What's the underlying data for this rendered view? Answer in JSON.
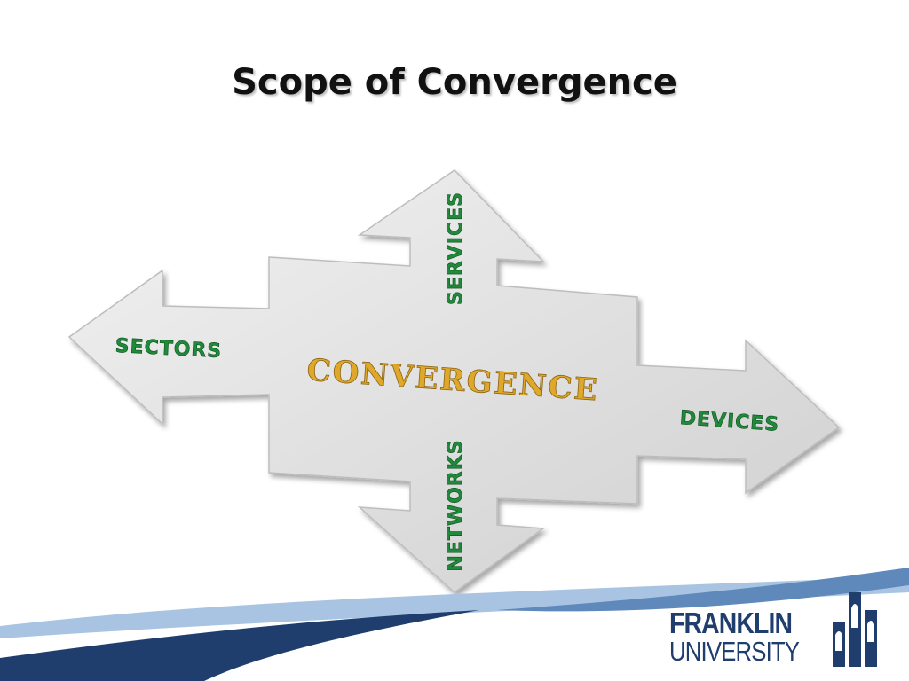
{
  "slide": {
    "title": "Scope of Convergence"
  },
  "diagram": {
    "center_label": "CONVERGENCE",
    "arrows": {
      "up": "SERVICES",
      "down": "NETWORKS",
      "left": "SECTORS",
      "right": "DEVICES"
    }
  },
  "logo": {
    "line1": "FRANKLIN",
    "line2": "UNIVERSITY"
  },
  "colors": {
    "arrow_fill": "#dcdcdc",
    "label_green": "#1f8a3a",
    "center_gold": "#e0a82a",
    "brand_navy": "#1f3e6d",
    "brand_lightblue": "#8fb3d9"
  }
}
